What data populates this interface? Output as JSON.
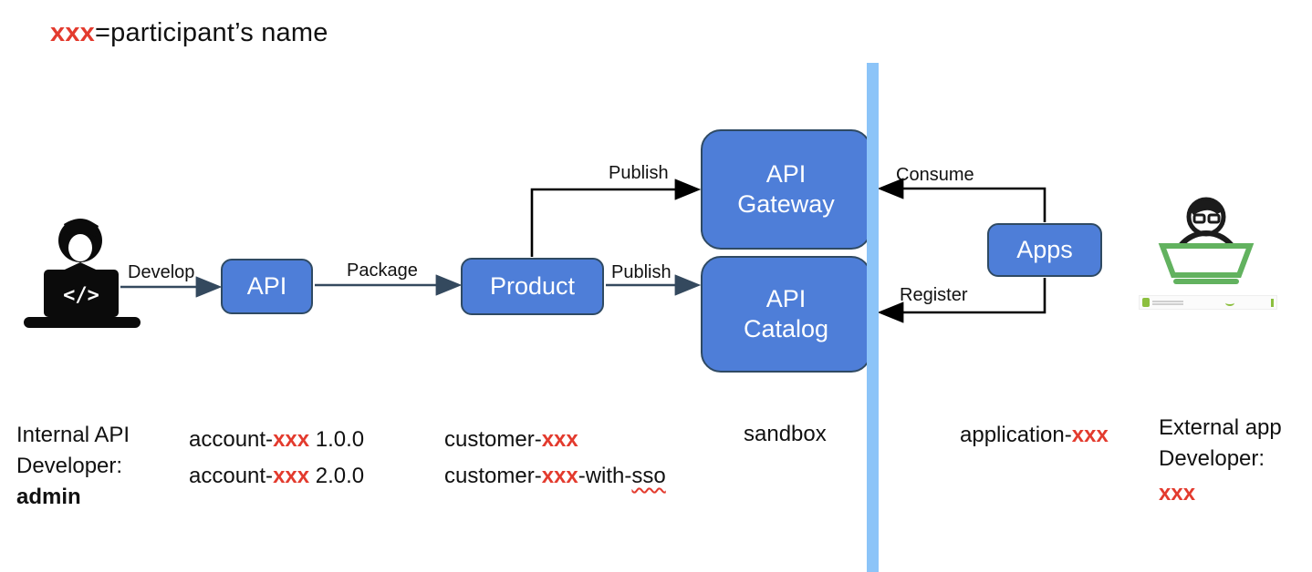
{
  "title": {
    "x_token": "xxx",
    "rest": "=participant’s name"
  },
  "colors": {
    "box_fill": "#4E7ED8",
    "box_border": "#2F4A63",
    "divider_bar": "#8CC4F8",
    "highlight_red": "#E33B2E",
    "arrow_dark": "#34495E",
    "arrow_black": "#000000",
    "laptop_green": "#62B25F"
  },
  "nodes": {
    "api": {
      "label": "API"
    },
    "product": {
      "label": "Product"
    },
    "gateway": {
      "line1": "API",
      "line2": "Gateway"
    },
    "catalog": {
      "line1": "API",
      "line2": "Catalog"
    },
    "apps": {
      "label": "Apps"
    }
  },
  "arrows": {
    "develop": {
      "label": "Develop"
    },
    "package": {
      "label": "Package"
    },
    "publish_top": {
      "label": "Publish"
    },
    "publish_bottom": {
      "label": "Publish"
    },
    "consume": {
      "label": "Consume"
    },
    "register": {
      "label": "Register"
    }
  },
  "footer": {
    "internal_dev": {
      "line1": "Internal API",
      "line2": "Developer:",
      "name": "admin"
    },
    "accounts": [
      {
        "prefix": "account-",
        "x": "xxx",
        "suffix": " 1.0.0"
      },
      {
        "prefix": "account-",
        "x": "xxx",
        "suffix": " 2.0.0"
      }
    ],
    "customers": [
      {
        "prefix": "customer-",
        "x": "xxx",
        "mid": "",
        "wavy": ""
      },
      {
        "prefix": "customer-",
        "x": "xxx",
        "mid": "-with-",
        "wavy": "sso"
      }
    ],
    "sandbox": "sandbox",
    "application": {
      "prefix": "application-",
      "x": "xxx"
    },
    "external_dev": {
      "line1": "External app",
      "line2": "Developer:",
      "name": "xxx"
    }
  },
  "icons": {
    "internal_developer": "developer-at-laptop-icon",
    "external_developer": "external-developer-at-laptop-icon",
    "laptop_code_glyph": "</>"
  }
}
